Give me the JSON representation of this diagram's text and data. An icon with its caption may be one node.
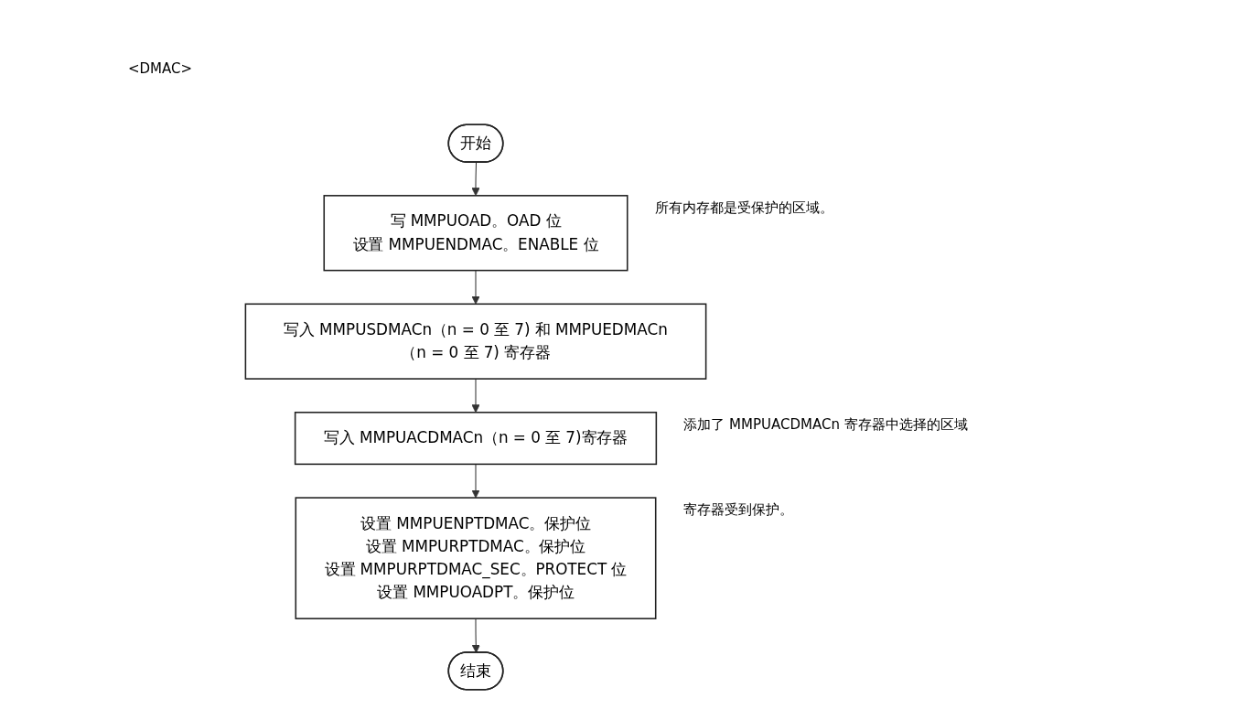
{
  "diagram": {
    "title": "<DMAC>",
    "nodes": [
      {
        "text": [
          "开始"
        ]
      },
      {
        "text": [
          "写 MMPUOAD。OAD 位",
          "设置 MMPUENDMAC。ENABLE 位"
        ],
        "beside": [
          "所有内存都是受保护的区域。"
        ]
      },
      {
        "text": [
          "写入 MMPUSDMACn（n = 0 至 7) 和 MMPUEDMACn（n = 0 至 7) 寄存器"
        ]
      },
      {
        "text": [
          "写入 MMPUACDMACn（n = 0 至 7)寄存器"
        ],
        "beside": [
          "添加了 MMPUACDMACn 寄存器中选择的区域"
        ]
      },
      {
        "text": [
          "设置 MMPUENPTDMAC。保护位",
          "设置 MMPURPTDMAC。保护位",
          "设置 MMPURPTDMAC_SEC。PROTECT 位",
          "设置 MMPUOADPT。保护位"
        ],
        "beside": [
          "寄存器受到保护。"
        ]
      },
      {
        "text": [
          "结束"
        ]
      }
    ],
    "edges": [
      {
        "from": 0,
        "to": 1,
        "arrow": "to"
      },
      {
        "from": 1,
        "to": 2,
        "arrow": "to"
      },
      {
        "from": 2,
        "to": 3,
        "arrow": "to"
      },
      {
        "from": 3,
        "to": 4,
        "arrow": "to"
      },
      {
        "from": 4,
        "to": 5,
        "arrow": "to"
      }
    ]
  }
}
